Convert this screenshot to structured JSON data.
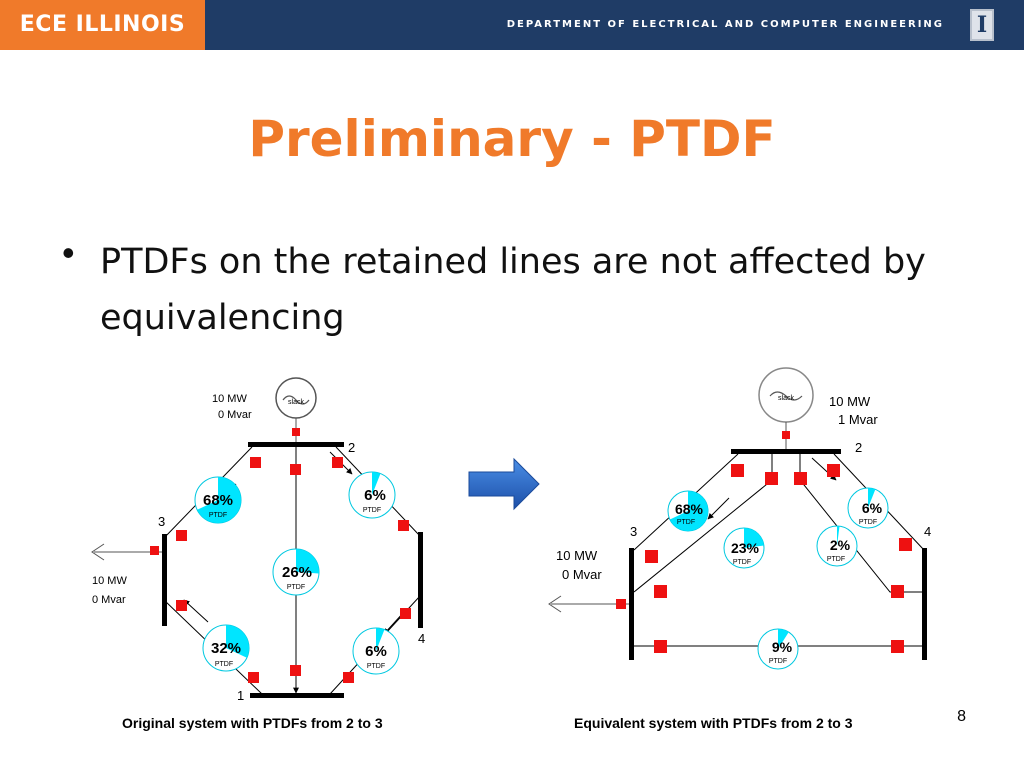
{
  "header": {
    "logo_text": "ECE ILLINOIS",
    "department": "DEPARTMENT OF ELECTRICAL AND COMPUTER ENGINEERING",
    "emblem": "I",
    "colors": {
      "bar": "#1f3c66",
      "orange": "#f07a2a"
    }
  },
  "slide": {
    "title": "Preliminary - PTDF",
    "bullet": "PTDFs on the retained lines are not affected by equivalencing",
    "page_number": "8"
  },
  "left_diagram": {
    "caption": "Original system with PTDFs from 2 to 3",
    "slack_label": "slack",
    "slack_mw": "10 MW",
    "slack_mvar": "0 Mvar",
    "load_mw": "10 MW",
    "load_mvar": "0 Mvar",
    "bus_labels": {
      "b1": "1",
      "b2": "2",
      "b3": "3",
      "b4": "4"
    },
    "ptdfs": [
      {
        "value": "68%",
        "label": "PTDF"
      },
      {
        "value": "6%",
        "label": "PTDF"
      },
      {
        "value": "26%",
        "label": "PTDF"
      },
      {
        "value": "32%",
        "label": "PTDF"
      },
      {
        "value": "6%",
        "label": "PTDF"
      }
    ]
  },
  "right_diagram": {
    "caption": "Equivalent system with PTDFs from 2 to 3",
    "slack_label": "slack",
    "slack_mw": "10 MW",
    "slack_mvar": "1 Mvar",
    "load_mw": "10 MW",
    "load_mvar": "0 Mvar",
    "bus_labels": {
      "b2": "2",
      "b3": "3",
      "b4": "4"
    },
    "ptdfs": [
      {
        "value": "68%",
        "label": "PTDF"
      },
      {
        "value": "6%",
        "label": "PTDF"
      },
      {
        "value": "23%",
        "label": "PTDF"
      },
      {
        "value": "2%",
        "label": "PTDF"
      },
      {
        "value": "9%",
        "label": "PTDF"
      }
    ]
  },
  "colors": {
    "cyan": "#00e5ff",
    "breaker": "#ee1111",
    "arrow_blue": "#1c62c4"
  }
}
